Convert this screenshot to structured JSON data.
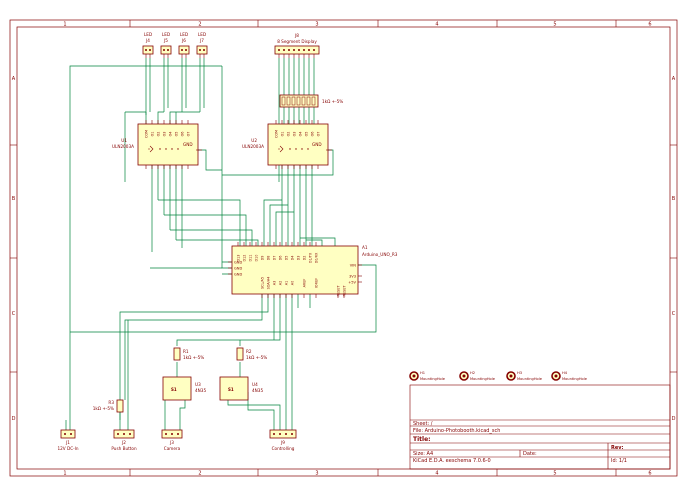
{
  "frame": {
    "cols": [
      "1",
      "2",
      "3",
      "4",
      "5",
      "6"
    ],
    "rows": [
      "A",
      "B",
      "C",
      "D"
    ]
  },
  "title_block": {
    "sheet": "Sheet: /",
    "file": "File: Arduino-Photobooth.kicad_sch",
    "title": "Title:",
    "size": "Size: A4",
    "date": "Date:",
    "rev": "Rev:",
    "tool": "KiCad E.D.A.  eeschema 7.0.6-0",
    "id": "Id: 1/1"
  },
  "leds": [
    {
      "type": "LED",
      "ref": "J4"
    },
    {
      "type": "LED",
      "ref": "J5"
    },
    {
      "type": "LED",
      "ref": "J6"
    },
    {
      "type": "LED",
      "ref": "J7"
    }
  ],
  "seg": {
    "ref": "J8",
    "label": "8 Segment Display"
  },
  "resnet": {
    "value": "1kΩ +-5%"
  },
  "u1": {
    "ref": "U1",
    "value": "ULN2003A",
    "pins_top": [
      "COM",
      "O1",
      "O2",
      "O3",
      "O4",
      "O5",
      "O6",
      "O7"
    ],
    "gnd": "GND"
  },
  "u2": {
    "ref": "U2",
    "value": "ULN2003A",
    "pins_top": [
      "COM",
      "O1",
      "O2",
      "O3",
      "O4",
      "O5",
      "O6",
      "O7"
    ],
    "gnd": "GND"
  },
  "arduino": {
    "ref": "A1",
    "value": "Arduino_UNO_R3",
    "top_pins": [
      "D13",
      "D12",
      "D11",
      "D10",
      "D9",
      "D8",
      "D7",
      "D6",
      "D5",
      "D4",
      "D3",
      "D2",
      "D1/TX",
      "D0/RX"
    ],
    "left_pins": [
      "GND",
      "GND",
      "GND"
    ],
    "right_pins": [
      "VIN",
      "3V3",
      "+5V",
      "RESET",
      "RESET"
    ],
    "bottom_pins": [
      "SCL/A5",
      "SDA/A4",
      "A3",
      "A2",
      "A1",
      "A0",
      "AREF",
      "IOREF"
    ]
  },
  "r1": {
    "ref": "R1",
    "value": "1kΩ +-5%"
  },
  "r2": {
    "ref": "R2",
    "value": "1kΩ +-5%"
  },
  "r3": {
    "ref": "R3",
    "value": "1kΩ +-5%"
  },
  "u3": {
    "ref": "U3",
    "value": "4N35"
  },
  "u4": {
    "ref": "U4",
    "value": "4N35"
  },
  "mounting": [
    {
      "ref": "H1",
      "value": "MountingHole"
    },
    {
      "ref": "H2",
      "value": "MountingHole"
    },
    {
      "ref": "H3",
      "value": "MountingHole"
    },
    {
      "ref": "H4",
      "value": "MountingHole"
    }
  ],
  "connectors": [
    {
      "ref": "J1",
      "value": "12V DC-In"
    },
    {
      "ref": "J2",
      "value": "Push Button"
    },
    {
      "ref": "J3",
      "value": "Camera"
    },
    {
      "ref": "J9",
      "value": "Controlling"
    }
  ]
}
